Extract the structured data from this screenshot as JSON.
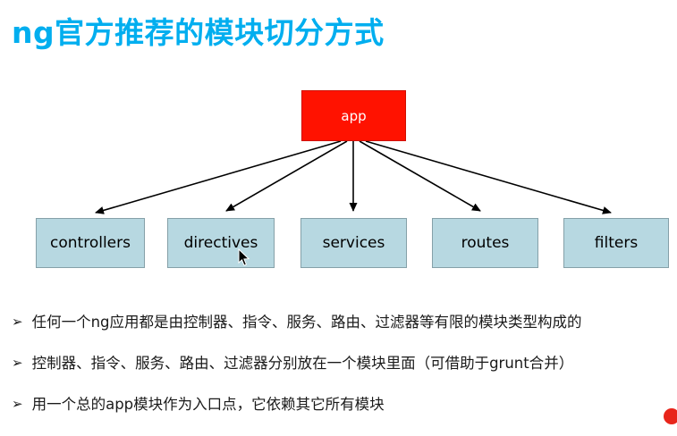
{
  "title": "ng官方推荐的模块切分方式",
  "diagram": {
    "root": {
      "label": "app"
    },
    "children": [
      {
        "label": "controllers"
      },
      {
        "label": "directives"
      },
      {
        "label": "services"
      },
      {
        "label": "routes"
      },
      {
        "label": "filters"
      }
    ]
  },
  "bullets": [
    {
      "marker": "➢",
      "text": "任何一个ng应用都是由控制器、指令、服务、路由、过滤器等有限的模块类型构成的"
    },
    {
      "marker": "➢",
      "text": "控制器、指令、服务、路由、过滤器分别放在一个模块里面（可借助于grunt合并）"
    },
    {
      "marker": "➢",
      "text": "用一个总的app模块作为入口点，它依赖其它所有模块"
    }
  ],
  "colors": {
    "title": "#00AEEF",
    "root_box_fill": "#FF1200",
    "root_box_text": "#FFFFFF",
    "child_box_fill": "#B7D8E1",
    "child_box_border": "#85A0A8",
    "arrow": "#000000"
  }
}
